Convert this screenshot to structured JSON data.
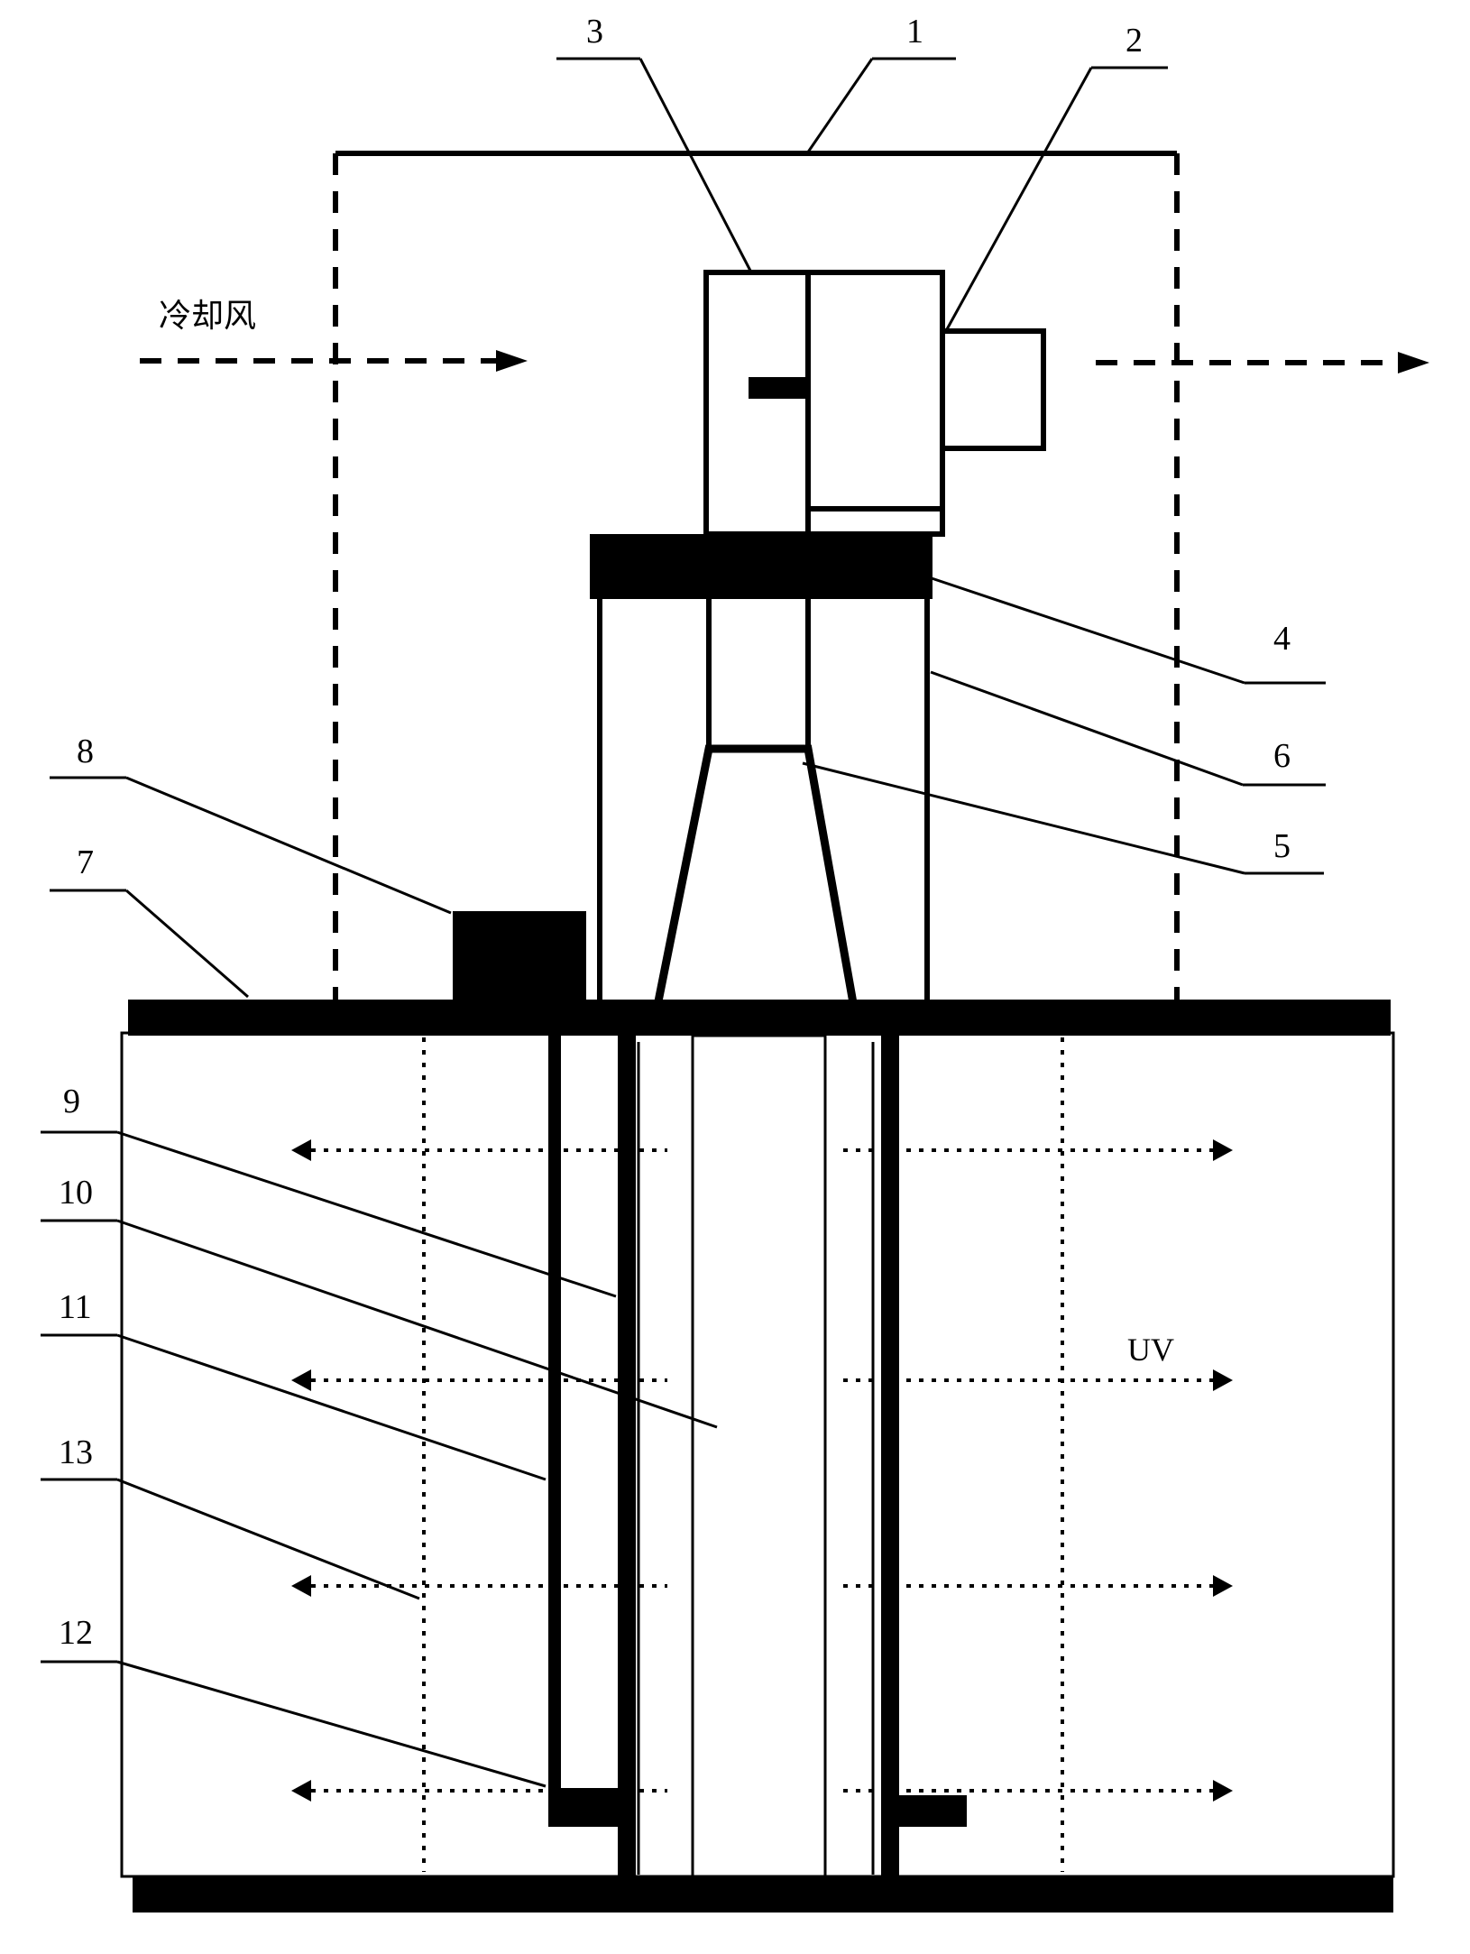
{
  "diagram": {
    "caption": "冷却风",
    "uv_label": "UV",
    "callouts": [
      "1",
      "2",
      "3",
      "4",
      "5",
      "6",
      "7",
      "8",
      "9",
      "10",
      "11",
      "12",
      "13"
    ]
  }
}
